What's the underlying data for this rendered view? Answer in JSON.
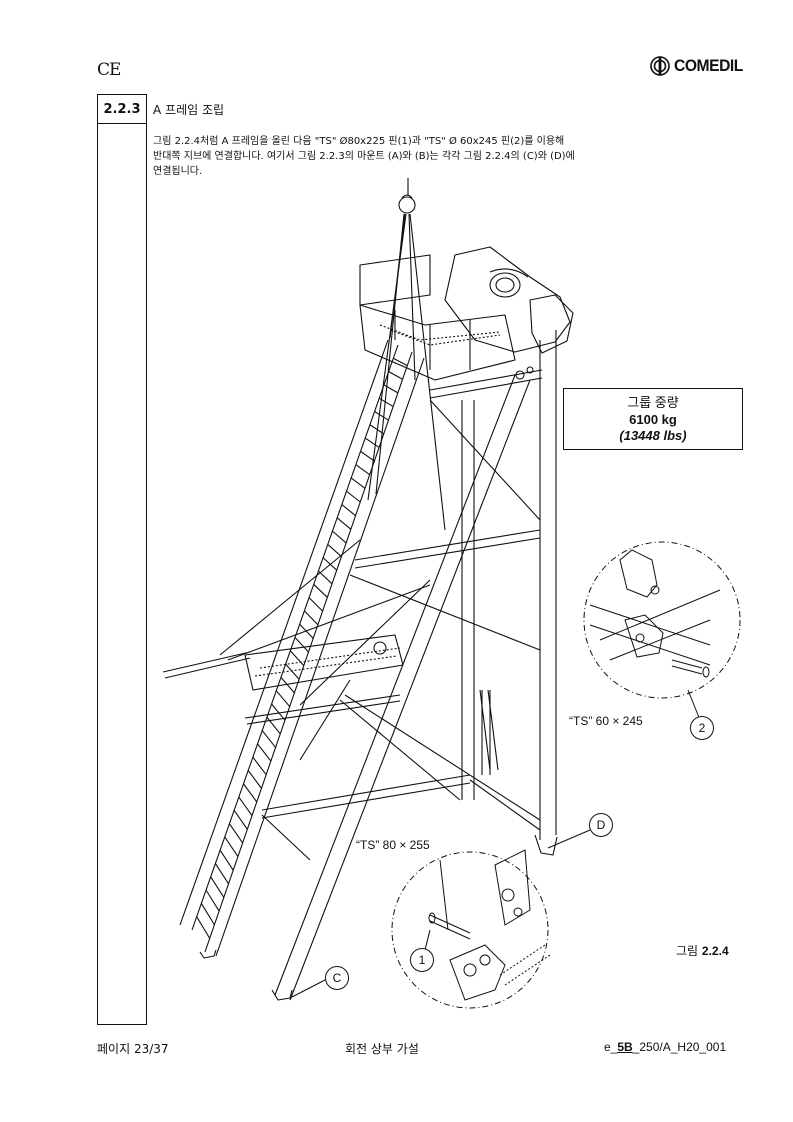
{
  "header": {
    "ce_mark": "CE",
    "brand": "COMEDIL"
  },
  "section": {
    "number": "2.2.3",
    "title": "A 프레임 조립",
    "body_lines": [
      "그림 2.2.4처럼 A 프레임을 올린 다음 \"TS\" Ø80x225 핀(1)과 \"TS\" Ø 60x245 핀(2)를 이용해",
      "반대쪽 지브에 연결합니다. 여기서 그림 2.2.3의 마운트 (A)와 (B)는 각각 그림 2.2.4의 (C)와 (D)에",
      "연결됩니다."
    ]
  },
  "weight": {
    "label": "그룹 중량",
    "kg": "6100 kg",
    "lbs": "(13448 lbs)"
  },
  "figure": {
    "callout_ts60": "“TS” 60 × 245",
    "callout_ts80": "“TS” 80 × 255",
    "marker_2": "2",
    "marker_1": "1",
    "marker_c": "C",
    "marker_d": "D",
    "caption_prefix": "그림",
    "caption_num": "2.2.4"
  },
  "footer": {
    "page_label": "페이지",
    "page_num": "23/37",
    "title": "회전 상부 가설",
    "code_prefix": "e_",
    "code_bold": "5B",
    "code_suffix": "_250/A_H20_001"
  }
}
